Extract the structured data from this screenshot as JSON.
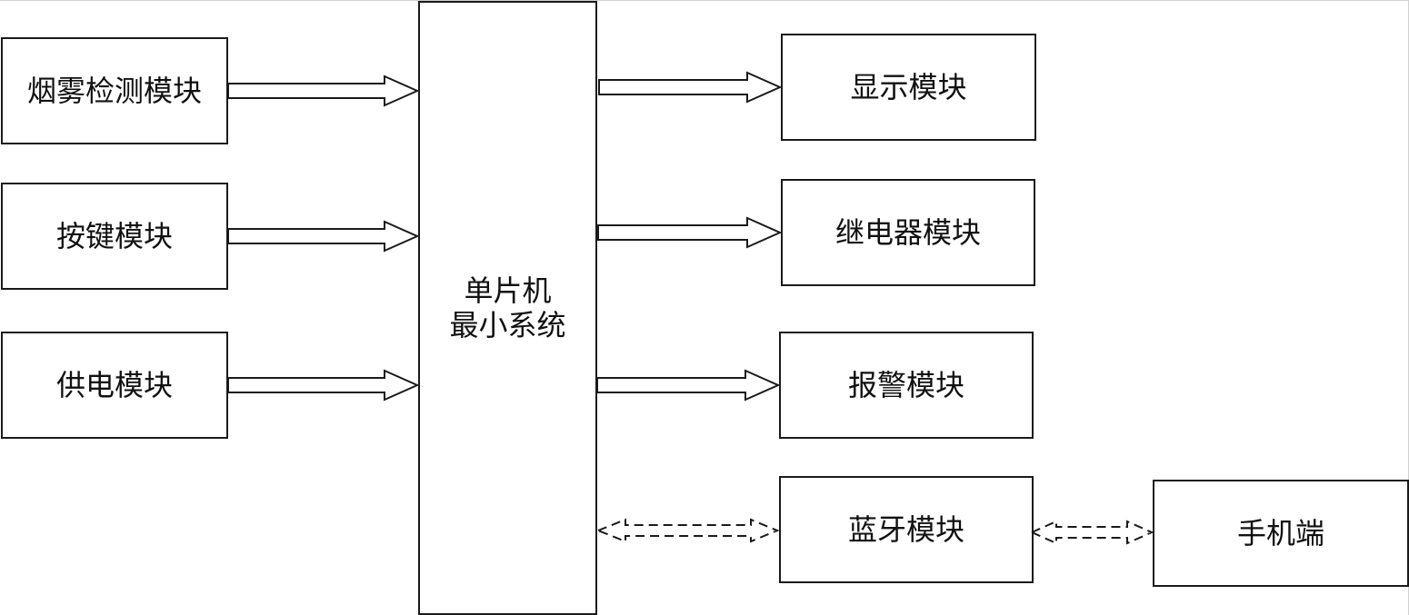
{
  "inputs": {
    "smoke": "烟雾检测模块",
    "keys": "按键模块",
    "power": "供电模块"
  },
  "mcu": {
    "line1": "单片机",
    "line2": "最小系统"
  },
  "outputs": {
    "display": "显示模块",
    "relay": "继电器模块",
    "alarm": "报警模块",
    "bluetooth": "蓝牙模块"
  },
  "phone": "手机端",
  "colors": {
    "stroke": "#1a1a1a",
    "background": "#ffffff"
  }
}
